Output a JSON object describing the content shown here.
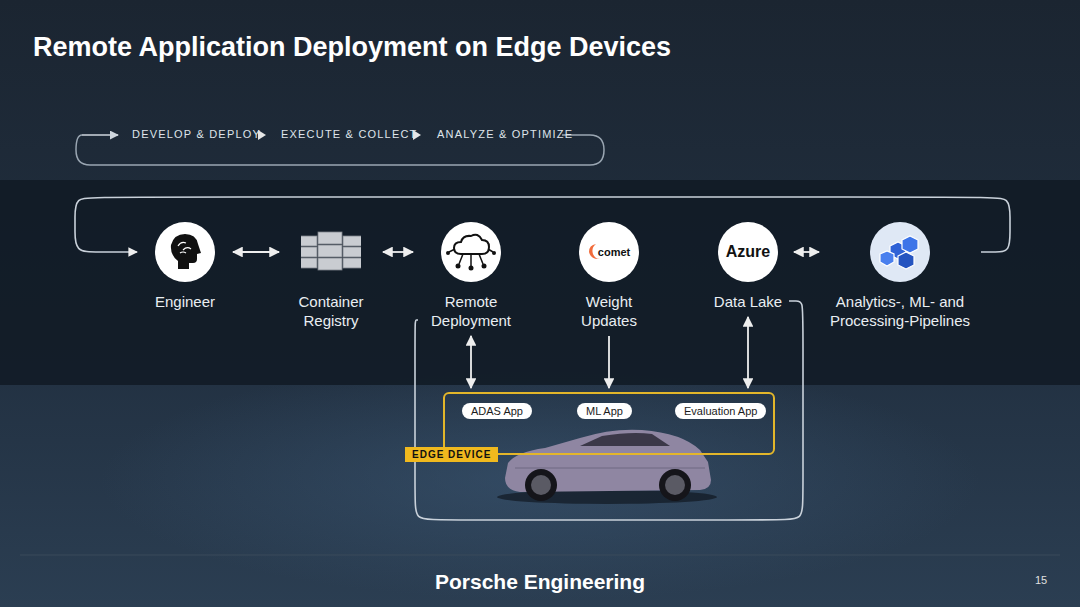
{
  "diagram": {
    "title": "Remote Application Deployment on Edge Devices",
    "nodes": [
      {
        "text": [
          "Engineer"
        ]
      },
      {
        "text": [
          "Container Registry"
        ]
      },
      {
        "text": [
          "Remote Deployment"
        ]
      },
      {
        "text": [
          "comet",
          "Weight Updates"
        ]
      },
      {
        "text": [
          "Azure",
          "Data Lake"
        ]
      },
      {
        "text": [
          "Analytics-, ML- and Processing-Pipelines"
        ]
      },
      {
        "text": [
          "EDGE DEVICE"
        ]
      },
      {
        "text": [
          "ADAS App"
        ],
        "in": 6
      },
      {
        "text": [
          "ML App"
        ],
        "in": 6
      },
      {
        "text": [
          "Evaluation App"
        ],
        "in": 6
      }
    ],
    "edges": [
      {
        "from": 0,
        "to": 1,
        "arrow": "both"
      },
      {
        "from": 1,
        "to": 2,
        "arrow": "both"
      },
      {
        "from": 2,
        "to": 6,
        "arrow": "both"
      },
      {
        "from": 3,
        "to": 6,
        "arrow": "to"
      },
      {
        "from": 4,
        "to": 6,
        "arrow": "both"
      },
      {
        "from": 4,
        "to": 5,
        "arrow": "both"
      },
      {
        "from": 5,
        "to": 0,
        "arrow": "to"
      },
      {
        "from": 2,
        "to": 4,
        "arrow": "none"
      }
    ],
    "labels": [
      "DEVELOP & DEPLOY",
      "EXECUTE & COLLECT",
      "ANALYZE & OPTIMIZE",
      "Porsche Engineering",
      "15"
    ]
  }
}
